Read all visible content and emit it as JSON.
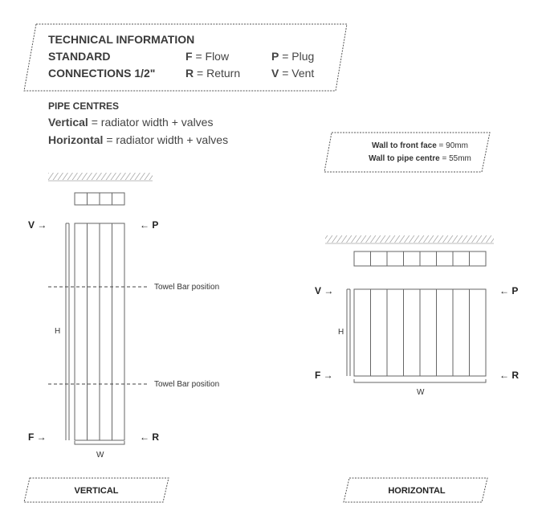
{
  "tech_info": {
    "title": "TECHNICAL INFORMATION",
    "standard": "STANDARD",
    "connections": "CONNECTIONS 1/2\"",
    "legend": [
      {
        "key": "F",
        "value": " = Flow"
      },
      {
        "key": "R",
        "value": " = Return"
      },
      {
        "key": "P",
        "value": " = Plug"
      },
      {
        "key": "V",
        "value": " = Vent"
      }
    ]
  },
  "pipe_centres": {
    "title": "PIPE CENTRES",
    "vertical_key": "Vertical",
    "vertical_value": " = radiator width + valves",
    "horizontal_key": "Horizontal",
    "horizontal_value": " = radiator width + valves"
  },
  "wall_info": {
    "front_key": "Wall to front face",
    "front_value": " = 90mm",
    "pipe_key": "Wall to pipe centre",
    "pipe_value": " = 55mm"
  },
  "vertical": {
    "label": "VERTICAL",
    "vent": "V →",
    "plug": "← P",
    "flow": "F →",
    "return": "← R",
    "height": "H",
    "width": "W",
    "towel_bar_1": "Towel Bar position",
    "towel_bar_2": "Towel Bar position",
    "columns": 4
  },
  "horizontal": {
    "label": "HORIZONTAL",
    "vent": "V →",
    "plug": "← P",
    "flow": "F →",
    "return": "← R",
    "height": "H",
    "width": "W",
    "columns": 8
  }
}
